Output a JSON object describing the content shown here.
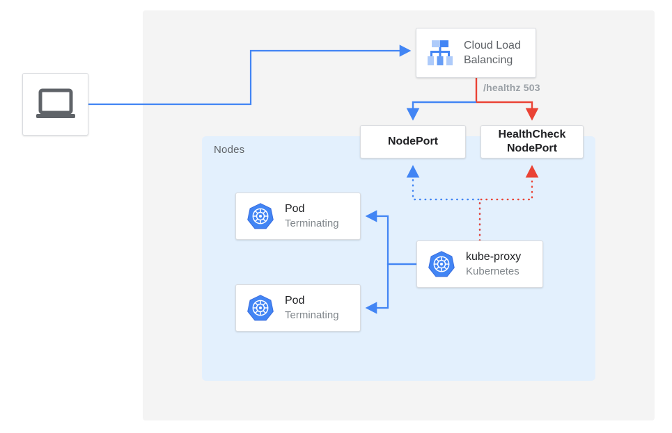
{
  "diagram": {
    "title": "Kubernetes NodePort health check with terminating pods",
    "colors": {
      "blue": "#4285f4",
      "red": "#ea4335",
      "panel_gray": "#f4f4f4",
      "panel_blue": "#e3f0fd",
      "card_border": "#dadce0",
      "text_dark": "#202124",
      "text_gray": "#5f6368",
      "text_muted": "#80868b"
    },
    "zones": {
      "nodes_label": "Nodes"
    },
    "client": {
      "icon": "laptop-icon"
    },
    "load_balancer": {
      "icon": "cloud-load-balancing-icon",
      "line1": "Cloud Load",
      "line2": "Balancing"
    },
    "healthz_label": "/healthz 503",
    "ports": [
      {
        "name": "nodeport",
        "line1": "NodePort",
        "line2": ""
      },
      {
        "name": "healthcheck-nodeport",
        "line1": "HealthCheck",
        "line2": "NodePort"
      }
    ],
    "pods": [
      {
        "icon": "kubernetes-icon",
        "title": "Pod",
        "status": "Terminating"
      },
      {
        "icon": "kubernetes-icon",
        "title": "Pod",
        "status": "Terminating"
      }
    ],
    "kube_proxy": {
      "icon": "kubernetes-icon",
      "title": "kube-proxy",
      "subtitle": "Kubernetes"
    }
  }
}
